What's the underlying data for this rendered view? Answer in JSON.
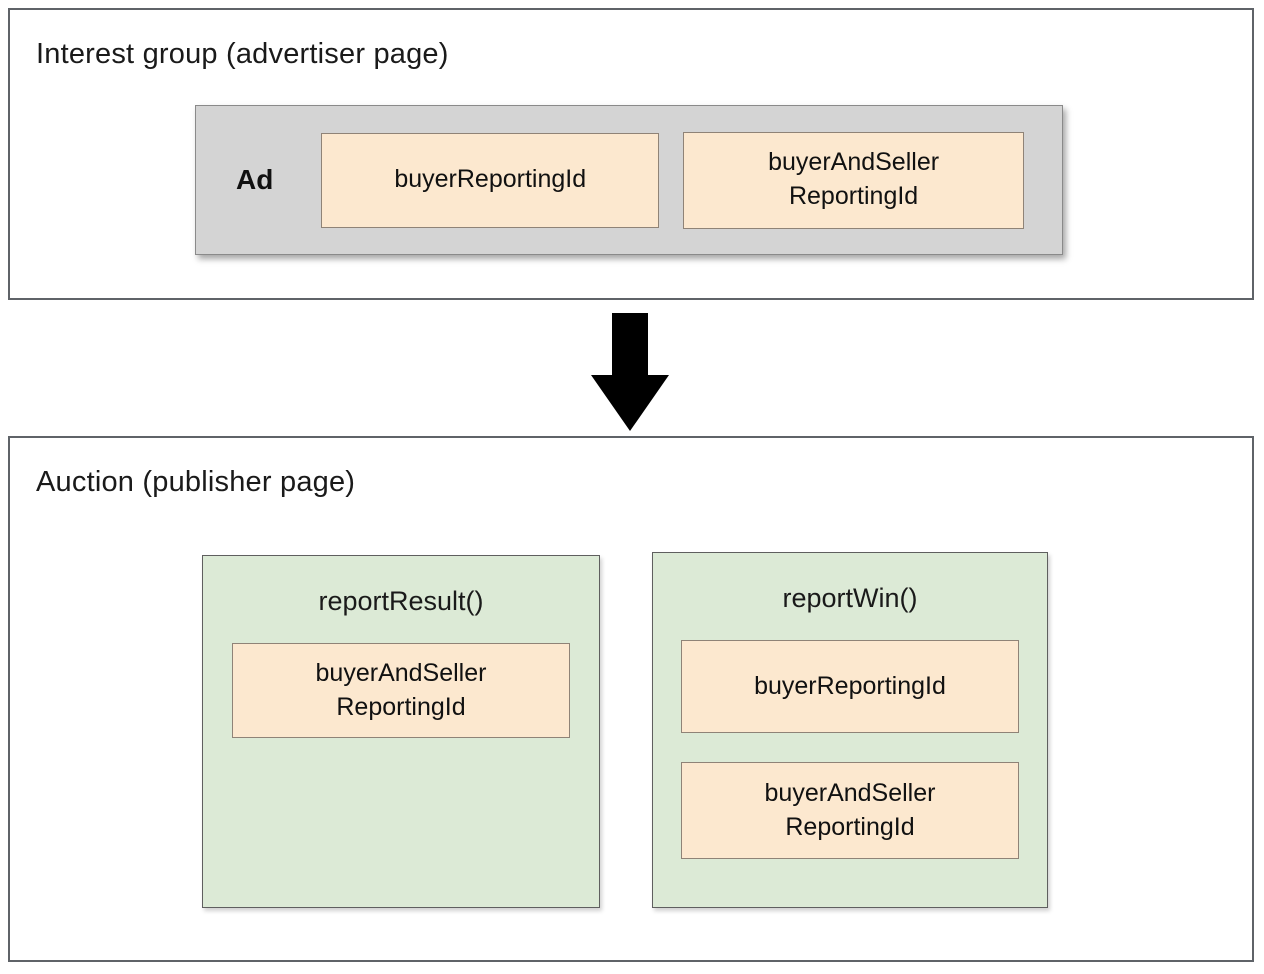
{
  "colors": {
    "page_bg": "#ffffff",
    "panel_border": "#5f6368",
    "ad_box_fill": "#d4d4d4",
    "ad_box_border": "#8a8a8a",
    "field_fill": "#fce8cf",
    "field_border": "#8f8377",
    "green_fill": "#dcead6",
    "green_border": "#5f5f5f",
    "arrow_color": "#000000",
    "text_color": "#111111"
  },
  "interest_group": {
    "title": "Interest group (advertiser page)",
    "ad": {
      "label": "Ad",
      "fields": [
        {
          "id": "buyerReportingId",
          "label": "buyerReportingId"
        },
        {
          "id": "buyerAndSellerReportingId",
          "label": "buyerAndSeller\nReportingId"
        }
      ]
    }
  },
  "arrow": {
    "direction": "down"
  },
  "auction": {
    "title": "Auction (publisher page)",
    "report_result": {
      "title": "reportResult()",
      "fields": [
        {
          "id": "buyerAndSellerReportingId",
          "label": "buyerAndSeller\nReportingId"
        }
      ]
    },
    "report_win": {
      "title": "reportWin()",
      "fields": [
        {
          "id": "buyerReportingId",
          "label": "buyerReportingId"
        },
        {
          "id": "buyerAndSellerReportingId",
          "label": "buyerAndSeller\nReportingId"
        }
      ]
    }
  }
}
